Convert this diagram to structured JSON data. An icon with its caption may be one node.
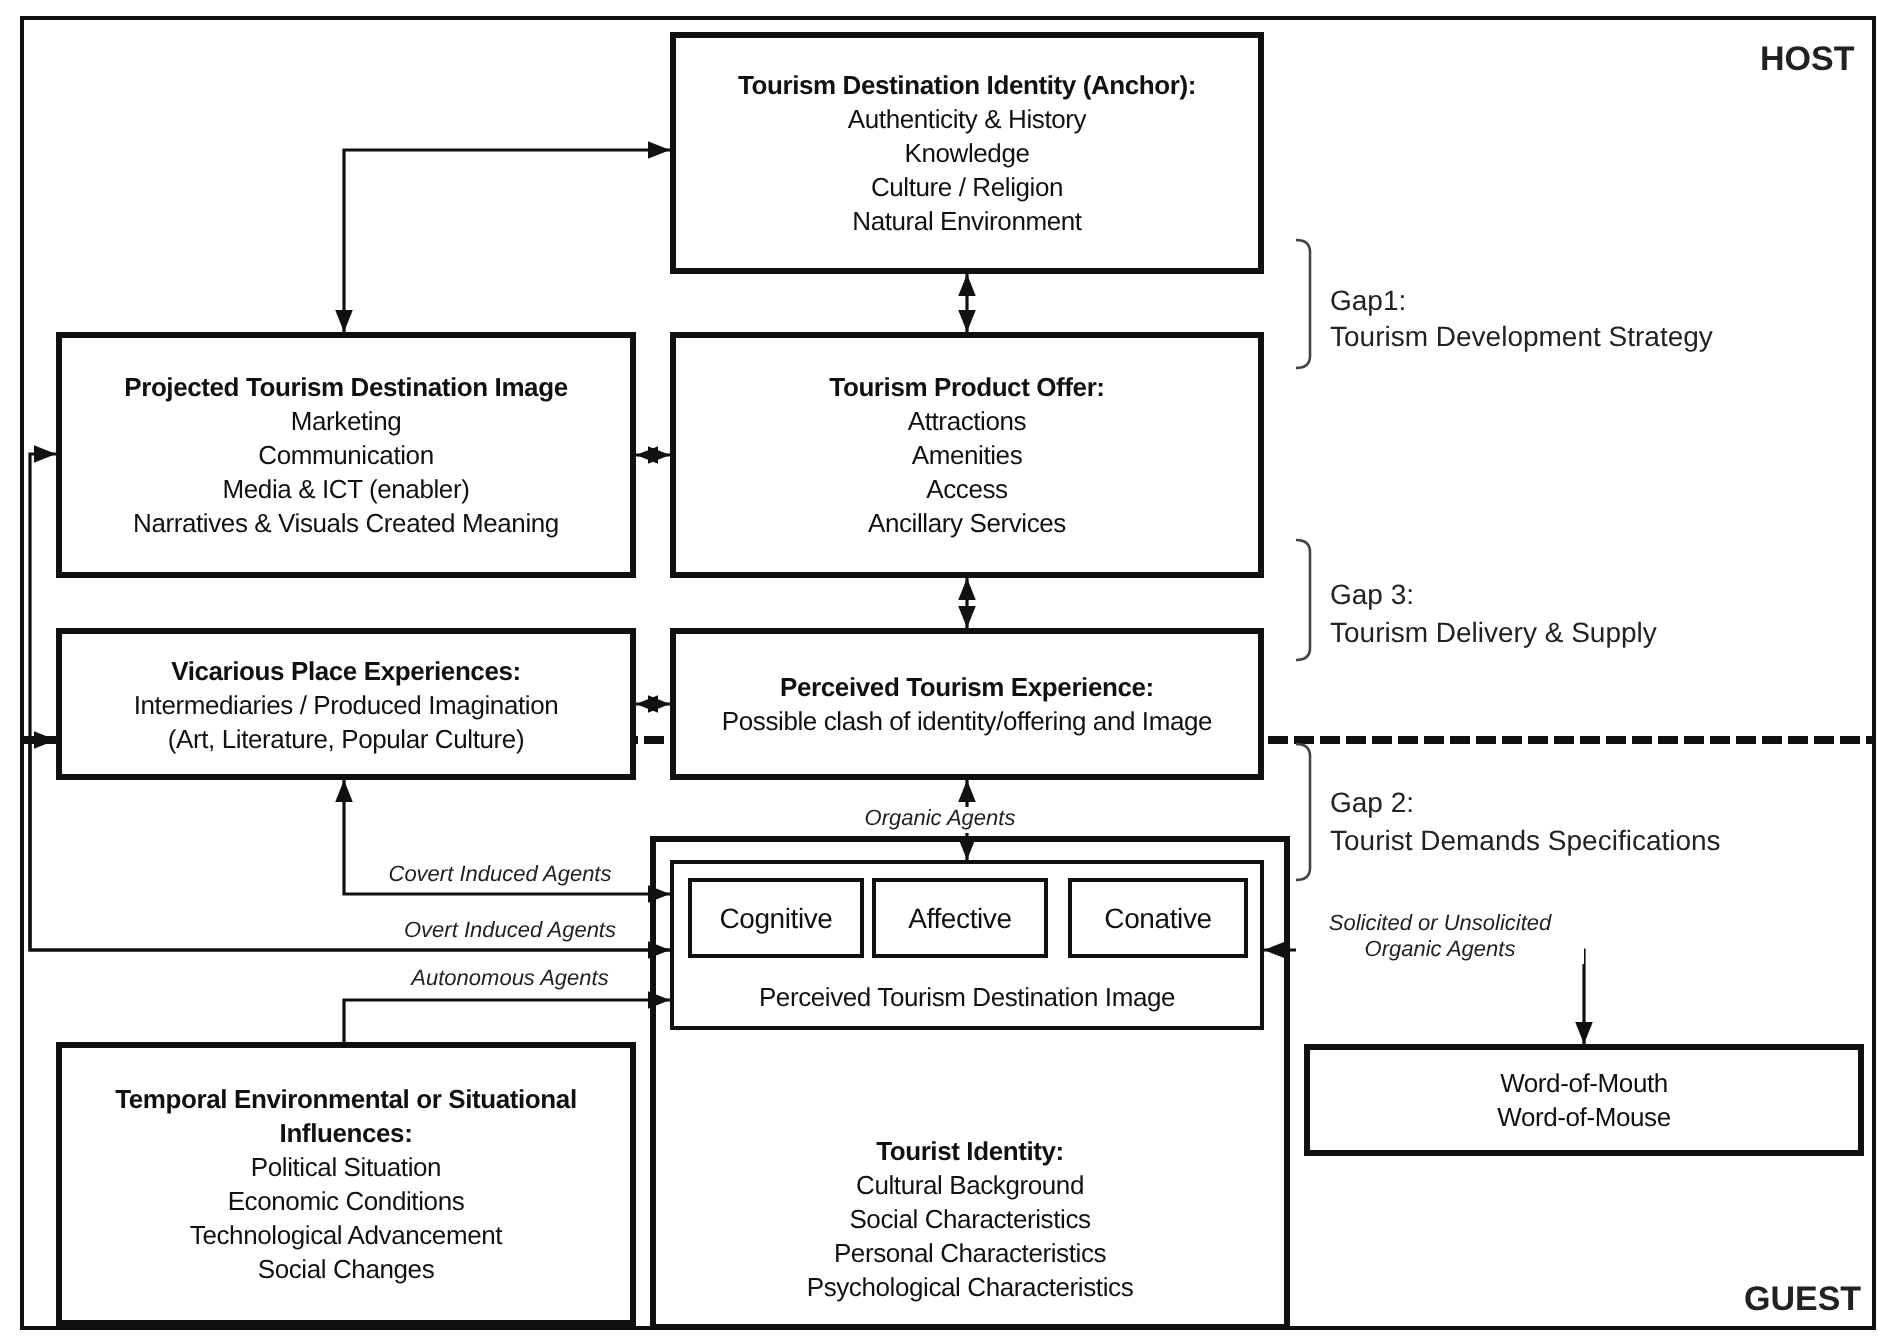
{
  "diagram": {
    "nodes": [
      {
        "text": [
          "Tourism Destination Identity (Anchor):",
          "Authenticity & History",
          "Knowledge",
          "Culture / Religion",
          "Natural Environment"
        ]
      },
      {
        "text": [
          "Projected Tourism Destination Image",
          "Marketing",
          "Communication",
          "Media & ICT (enabler)",
          "Narratives & Visuals Created Meaning"
        ]
      },
      {
        "text": [
          "Tourism Product Offer:",
          "Attractions",
          "Amenities",
          "Access",
          "Ancillary Services"
        ]
      },
      {
        "text": [
          "Vicarious Place Experiences:",
          "Intermediaries / Produced Imagination",
          "(Art, Literature, Popular Culture)"
        ]
      },
      {
        "text": [
          "Perceived Tourism Experience:",
          "Possible clash of identity/offering and Image"
        ]
      },
      {
        "text": [
          "Tourist Identity:",
          "Cultural Background",
          "Social Characteristics",
          "Personal Characteristics",
          "Psychological Characteristics"
        ]
      },
      {
        "text": [
          "Perceived Tourism Destination Image"
        ],
        "in": 5
      },
      {
        "text": [
          "Cognitive"
        ],
        "in": 6
      },
      {
        "text": [
          "Affective"
        ],
        "in": 6
      },
      {
        "text": [
          "Conative"
        ],
        "in": 6
      },
      {
        "text": [
          "Temporal Environmental or Situational Influences:",
          "Political Situation",
          "Economic Conditions",
          "Technological Advancement",
          "Social Changes"
        ]
      },
      {
        "text": [
          "Word-of-Mouth",
          "Word-of-Mouse"
        ]
      }
    ],
    "edges": [
      {
        "from": 0,
        "to": 1,
        "arrow": "both"
      },
      {
        "from": 0,
        "to": 2,
        "arrow": "both"
      },
      {
        "from": 1,
        "to": 2,
        "arrow": "both"
      },
      {
        "from": 2,
        "to": 4,
        "arrow": "both"
      },
      {
        "from": 3,
        "to": 4,
        "arrow": "both"
      },
      {
        "from": 4,
        "to": 6,
        "arrow": "both",
        "label": "Organic Agents"
      },
      {
        "from": 6,
        "to": 3,
        "arrow": "both",
        "label": "Covert Induced Agents"
      },
      {
        "from": 6,
        "to": 1,
        "arrow": "both",
        "label": "Overt Induced Agents"
      },
      {
        "from": 6,
        "to": 3,
        "arrow": "to"
      },
      {
        "from": 10,
        "to": 6,
        "arrow": "to",
        "label": "Autonomous Agents"
      },
      {
        "from": 6,
        "to": 11,
        "arrow": "both",
        "label": "Solicited or Unsolicited Organic Agents"
      }
    ],
    "labels": [
      "HOST",
      "Gap1:",
      "Tourism Development Strategy",
      "Gap 3:",
      "Tourism Delivery & Supply",
      "Gap 2:",
      "Tourist Demands Specifications",
      "GUEST"
    ]
  }
}
